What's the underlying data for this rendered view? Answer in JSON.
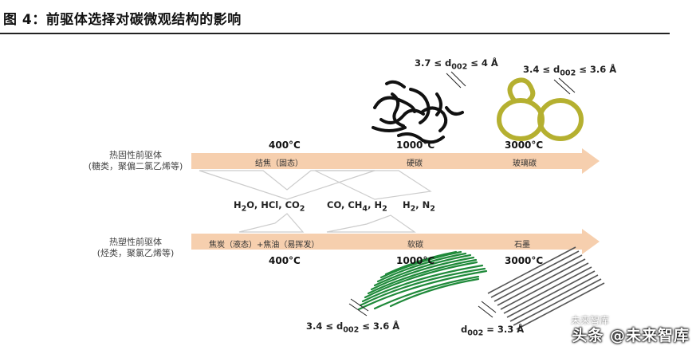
{
  "figure": {
    "title": "图 4：前驱体选择对碳微观结构的影响"
  },
  "top_flow": {
    "precursor_name": "热固性前驱体",
    "precursor_examples": "(糖类，聚偏二氯乙烯等)",
    "temps": [
      "400°C",
      "1000°C",
      "3000°C"
    ],
    "stages": [
      "结焦（固态）",
      "硬碳",
      "玻璃碳"
    ],
    "arrow_color": "#f6cfae"
  },
  "bottom_flow": {
    "precursor_name": "热塑性前驱体",
    "precursor_examples": "(烃类，聚氯乙烯等)",
    "temps": [
      "400°C",
      "1000°C",
      "3000°C"
    ],
    "stages": [
      "焦炭（液态）+焦油（易挥发）",
      "软碳",
      "石墨"
    ],
    "arrow_color": "#f6cfae"
  },
  "gases": {
    "g1": {
      "parts": [
        "H",
        "2",
        "O, HCl, CO",
        "2"
      ]
    },
    "g2": {
      "parts": [
        "CO, CH",
        "4",
        ", H",
        "2"
      ]
    },
    "g3": {
      "parts": [
        "H",
        "2",
        ", N",
        "2"
      ]
    }
  },
  "spacings": {
    "hard_carbon": {
      "lhs": "3.7 ≤ d",
      "sub": "002",
      "rhs": " ≤ 4 Å"
    },
    "glassy_carbon": {
      "lhs": "3.4 ≤ d",
      "sub": "002",
      "rhs": " ≤ 3.6 Å"
    },
    "soft_carbon": {
      "lhs": "3.4 ≤ d",
      "sub": "002",
      "rhs": " ≤ 3.6 Å"
    },
    "graphite": {
      "lhs": "d",
      "sub": "002",
      "rhs": " = 3.3 Å"
    }
  },
  "colors": {
    "hard_carbon": "#111111",
    "glassy_carbon": "#b5b030",
    "soft_carbon": "#1f8a3a",
    "graphite": "#555555"
  },
  "watermark": {
    "main": "头条 @未来智库",
    "small": "未来智库"
  }
}
